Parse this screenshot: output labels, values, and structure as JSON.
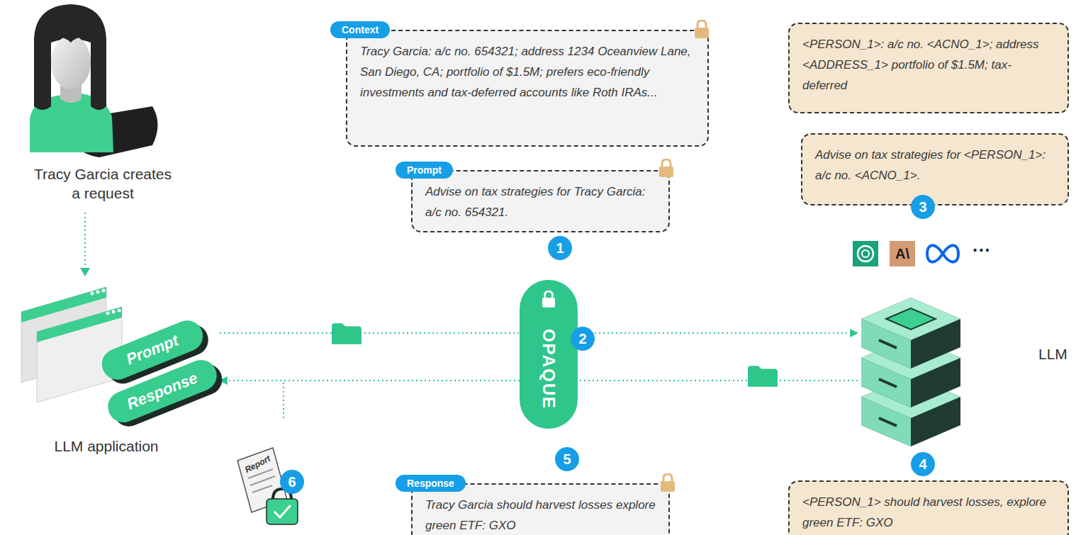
{
  "diagram": {
    "nodes": [
      {
        "text": [
          "LLM application"
        ]
      },
      {
        "text": [
          "Prompt"
        ],
        "in": 0
      },
      {
        "text": [
          "Response"
        ],
        "in": 0
      },
      {
        "text": [
          "Context",
          "Tracy Garcia: a/c no. 654321; address 1234 Oceanview Lane, San Diego, CA; portfolio of $1.5M; prefers eco-friendly investments and tax-deferred accounts like Roth IRAs..."
        ]
      },
      {
        "text": [
          "Prompt",
          "Advise on tax strategies for Tracy Garcia: a/c no. 654321."
        ]
      },
      {
        "text": [
          "OPAQUE"
        ]
      },
      {
        "text": [
          "Response",
          "Tracy Garcia should harvest losses explore green ETF: GXO"
        ]
      },
      {
        "text": [
          "<PERSON_1>: a/c no. <ACNO_1>; address <ADDRESS_1> portfolio of $1.5M; tax-deferred"
        ]
      },
      {
        "text": [
          "Advise on tax strategies for <PERSON_1>: a/c no. <ACNO_1>."
        ]
      },
      {
        "text": [
          "LLM"
        ]
      },
      {
        "text": [
          "<PERSON_1> should harvest losses, explore green ETF: GXO"
        ]
      }
    ],
    "edges": [
      {
        "from": 0,
        "to": 5,
        "arrow": "none"
      },
      {
        "from": 5,
        "to": 9,
        "arrow": "to"
      },
      {
        "from": 9,
        "to": 5,
        "arrow": "none"
      },
      {
        "from": 5,
        "to": 0,
        "arrow": "to"
      }
    ],
    "labels": [
      "Tracy Garcia creates a request",
      "1",
      "2",
      "3",
      "4",
      "5",
      "6",
      "Report",
      "A\\",
      "···"
    ]
  }
}
